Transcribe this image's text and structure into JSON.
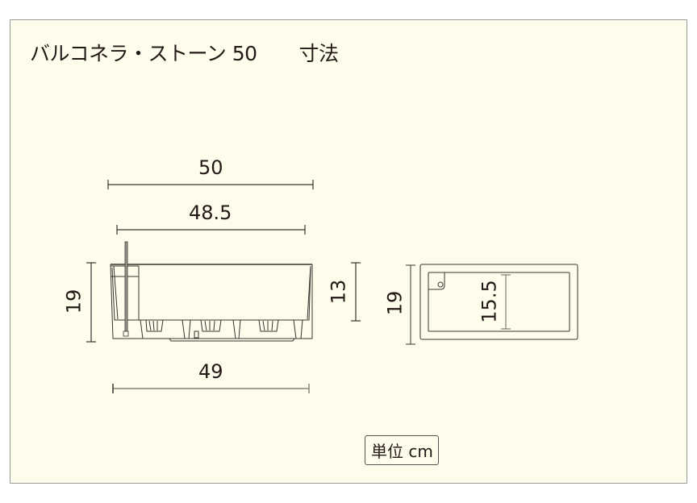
{
  "title": {
    "product": "バルコネラ・ストーン 50",
    "subject": "寸法"
  },
  "side_view": {
    "width_top": "50",
    "width_inner": "48.5",
    "width_bottom": "49",
    "height_total": "19",
    "height_inner": "13"
  },
  "top_view": {
    "height_total": "19",
    "height_inner": "15.5"
  },
  "unit_label": "単位 cm",
  "colors": {
    "background": "#fefdec",
    "line": "#231815",
    "frame_border": "#9a9a9a"
  }
}
